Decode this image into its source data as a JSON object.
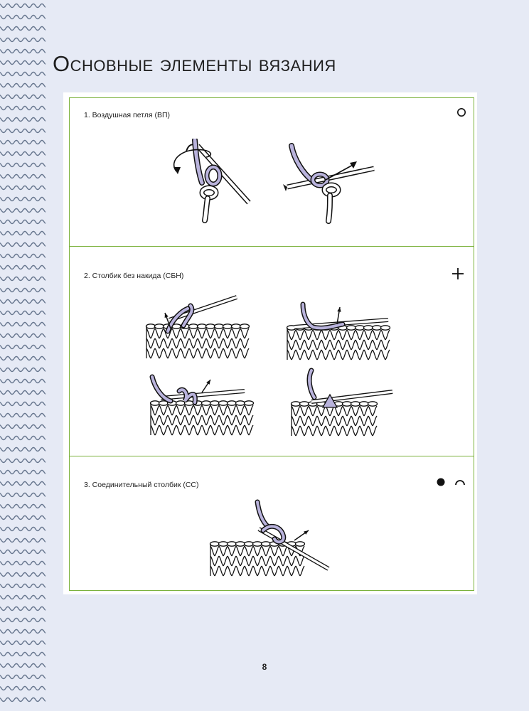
{
  "page": {
    "title": "Основные элементы вязания",
    "page_number": "8"
  },
  "sections": [
    {
      "label": "1.   Воздушная петля (ВП)",
      "symbol": "open-circle"
    },
    {
      "label": "2. Столбик без накида (СБН)",
      "symbol": "plus"
    },
    {
      "label": "3. Соединительный столбик (СС)",
      "symbol": "filled-circle-with-arc"
    }
  ],
  "colors": {
    "background": "#e6eaf5",
    "frame": "#7bb23c",
    "yarn": "#b9b3dc",
    "wave": "#3c4f6b"
  },
  "illustrations": [
    "crochet-hook-chain-step-1",
    "crochet-hook-chain-step-2",
    "single-crochet-step-1",
    "single-crochet-step-2",
    "single-crochet-step-3",
    "single-crochet-step-4",
    "slip-stitch-step-1"
  ]
}
